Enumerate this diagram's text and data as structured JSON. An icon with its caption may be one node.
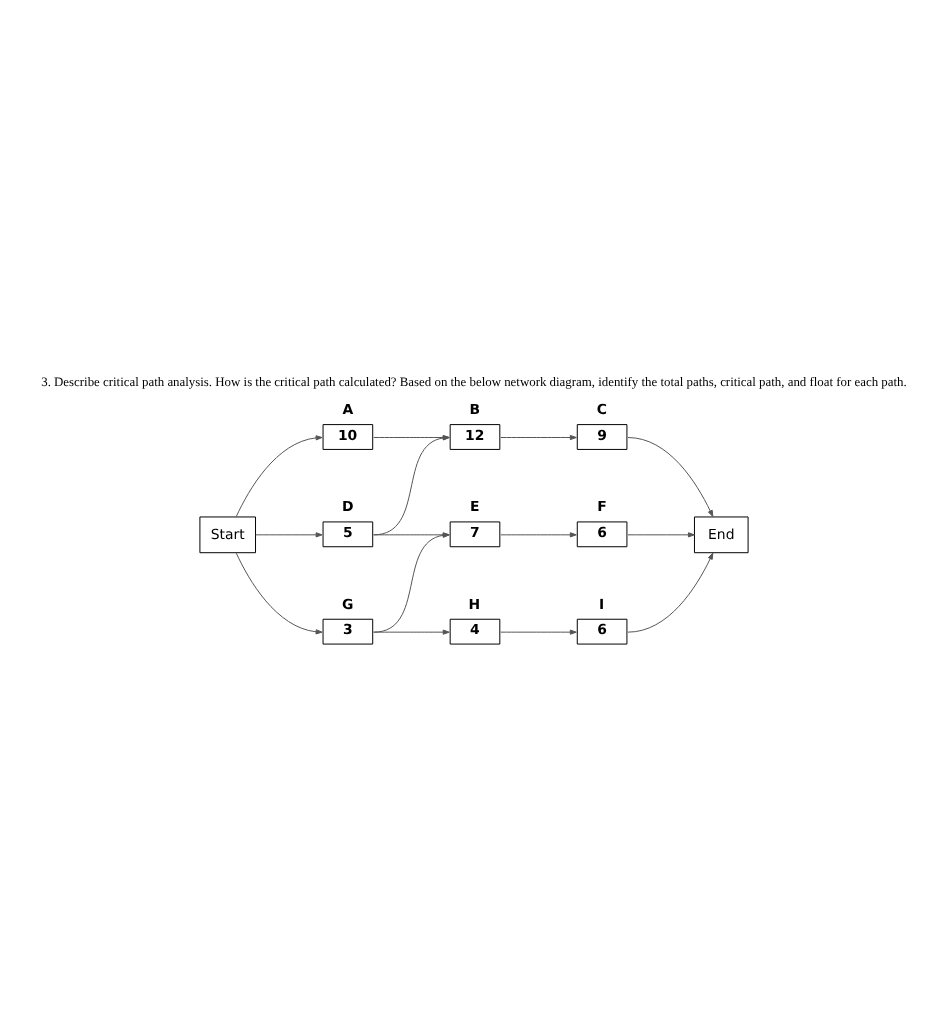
{
  "diagram": {
    "title": "3. Describe critical path analysis. How is the critical path calculated? Based on the below network diagram, identify the total paths, critical path, and float for each path.",
    "nodes": [
      {
        "text": [
          "Start"
        ]
      },
      {
        "text": [
          "A",
          "10"
        ]
      },
      {
        "text": [
          "B",
          "12"
        ]
      },
      {
        "text": [
          "C",
          "9"
        ]
      },
      {
        "text": [
          "D",
          "5"
        ]
      },
      {
        "text": [
          "E",
          "7"
        ]
      },
      {
        "text": [
          "F",
          "6"
        ]
      },
      {
        "text": [
          "G",
          "3"
        ]
      },
      {
        "text": [
          "H",
          "4"
        ]
      },
      {
        "text": [
          "I",
          "6"
        ]
      },
      {
        "text": [
          "End"
        ]
      }
    ],
    "edges": [
      {
        "from": 0,
        "to": 1,
        "arrow": "to"
      },
      {
        "from": 0,
        "to": 4,
        "arrow": "to"
      },
      {
        "from": 0,
        "to": 7,
        "arrow": "to"
      },
      {
        "from": 1,
        "to": 2,
        "arrow": "to"
      },
      {
        "from": 2,
        "to": 3,
        "arrow": "to"
      },
      {
        "from": 4,
        "to": 2,
        "arrow": "to"
      },
      {
        "from": 4,
        "to": 5,
        "arrow": "to"
      },
      {
        "from": 5,
        "to": 6,
        "arrow": "to"
      },
      {
        "from": 7,
        "to": 5,
        "arrow": "to"
      },
      {
        "from": 7,
        "to": 8,
        "arrow": "to"
      },
      {
        "from": 8,
        "to": 9,
        "arrow": "to"
      },
      {
        "from": 3,
        "to": 10,
        "arrow": "to"
      },
      {
        "from": 6,
        "to": 10,
        "arrow": "to"
      },
      {
        "from": 9,
        "to": 10,
        "arrow": "to"
      }
    ]
  }
}
